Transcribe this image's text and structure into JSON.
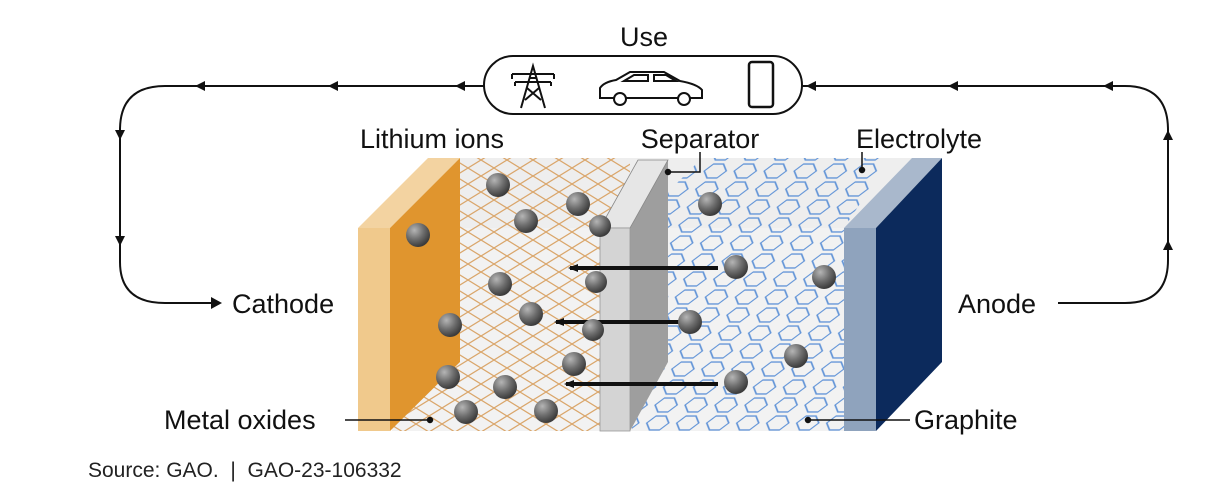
{
  "use": {
    "label": "Use",
    "icons": [
      "power-tower-icon",
      "car-icon",
      "phone-icon"
    ]
  },
  "labels": {
    "lithium_ions": "Lithium ions",
    "separator": "Separator",
    "electrolyte": "Electrolyte",
    "cathode": "Cathode",
    "anode": "Anode",
    "metal_oxides": "Metal oxides",
    "graphite": "Graphite"
  },
  "source": {
    "text": "Source: GAO.  |  GAO-23-106332"
  },
  "colors": {
    "cathode_plate": "#e0952e",
    "cathode_plate_light": "#f0c98c",
    "metal_oxide_mesh": "#d9a264",
    "graphite_mesh": "#5a8fd6",
    "anode_plate": "#0c2a5c",
    "anode_plate_light": "#8fa3bd",
    "separator": "#cfcfcf",
    "ion": "#6b6b6b",
    "circuit_line": "#111111"
  }
}
